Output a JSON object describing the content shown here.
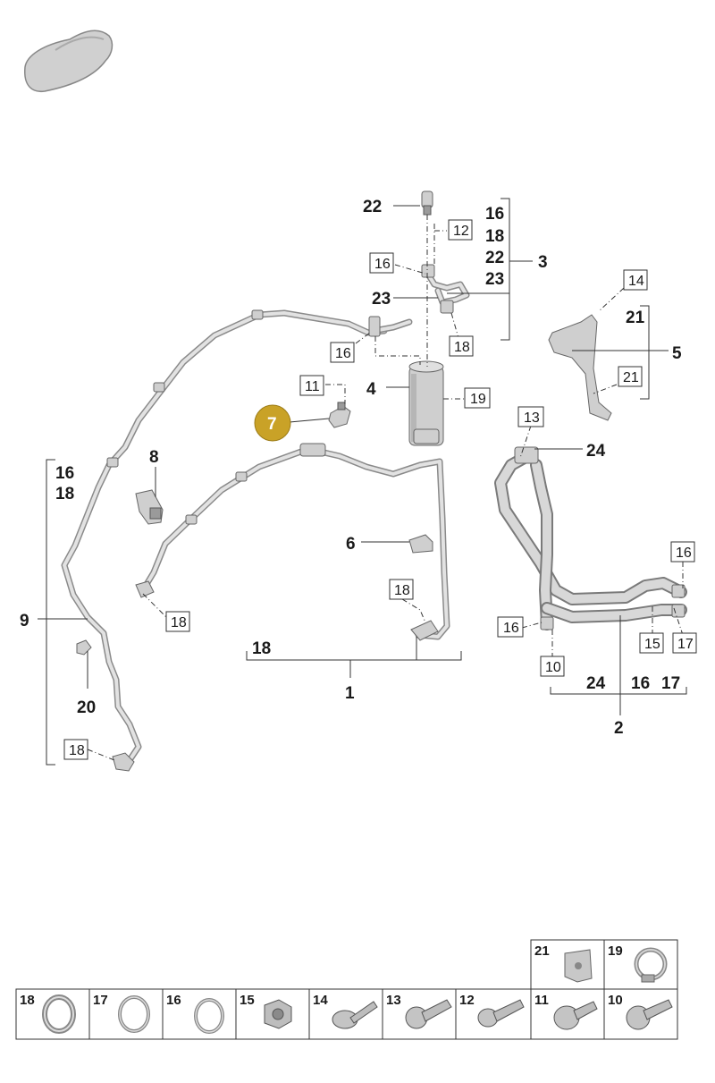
{
  "callouts": {
    "c1": "1",
    "c2": "2",
    "c3": "3",
    "c4": "4",
    "c5": "5",
    "c6": "6",
    "c7": "7",
    "c8": "8",
    "c9": "9",
    "c20": "20",
    "c22": "22",
    "c23": "23",
    "c24": "24",
    "c18_hose1": "18",
    "g3_a": "16",
    "g3_b": "18",
    "g3_c": "22",
    "g3_d": "23",
    "g9_a": "16",
    "g9_b": "18",
    "g2_a": "24",
    "g2_b": "16",
    "g2_c": "17",
    "g5_a": "21"
  },
  "boxed": {
    "b12": "12",
    "b16_top": "16",
    "b16_mid": "16",
    "b18_top": "18",
    "b14": "14",
    "b21": "21",
    "b11": "11",
    "b19": "19",
    "b13": "13",
    "b16_right": "16",
    "b16_low": "16",
    "b15": "15",
    "b17": "17",
    "b10": "10",
    "b18_hose": "18",
    "b18_left": "18",
    "b18_bottom": "18"
  },
  "highlight": {
    "label": "7",
    "color": "#c9a227"
  },
  "legend": {
    "top_row": [
      "21",
      "19"
    ],
    "bottom_row": [
      "18",
      "17",
      "16",
      "15",
      "14",
      "13",
      "12",
      "11",
      "10"
    ]
  }
}
